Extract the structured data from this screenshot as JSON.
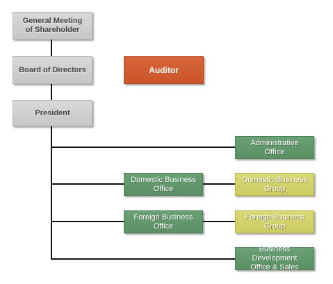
{
  "chart": {
    "boxes": {
      "general_meeting": "General Meeting\nof Shareholder",
      "board": "Board of Directors",
      "auditor": "Auditor",
      "president": "President",
      "administrative": "Administrative\nOffice",
      "domestic_office": "Domestic Business\nOffice",
      "domestic_group": "Domestic Business\nGroup",
      "foreign_office": "Foreign  Business\nOffice",
      "foreign_group": "Foreign Business\nGroup",
      "business_dev": "Business Development\nOffice & Sales"
    },
    "colors": {
      "gray": "#cfcfcf",
      "orange": "#cf5c30",
      "green": "#63996d",
      "yellow": "#d2d26b",
      "connector": "#111111"
    }
  }
}
